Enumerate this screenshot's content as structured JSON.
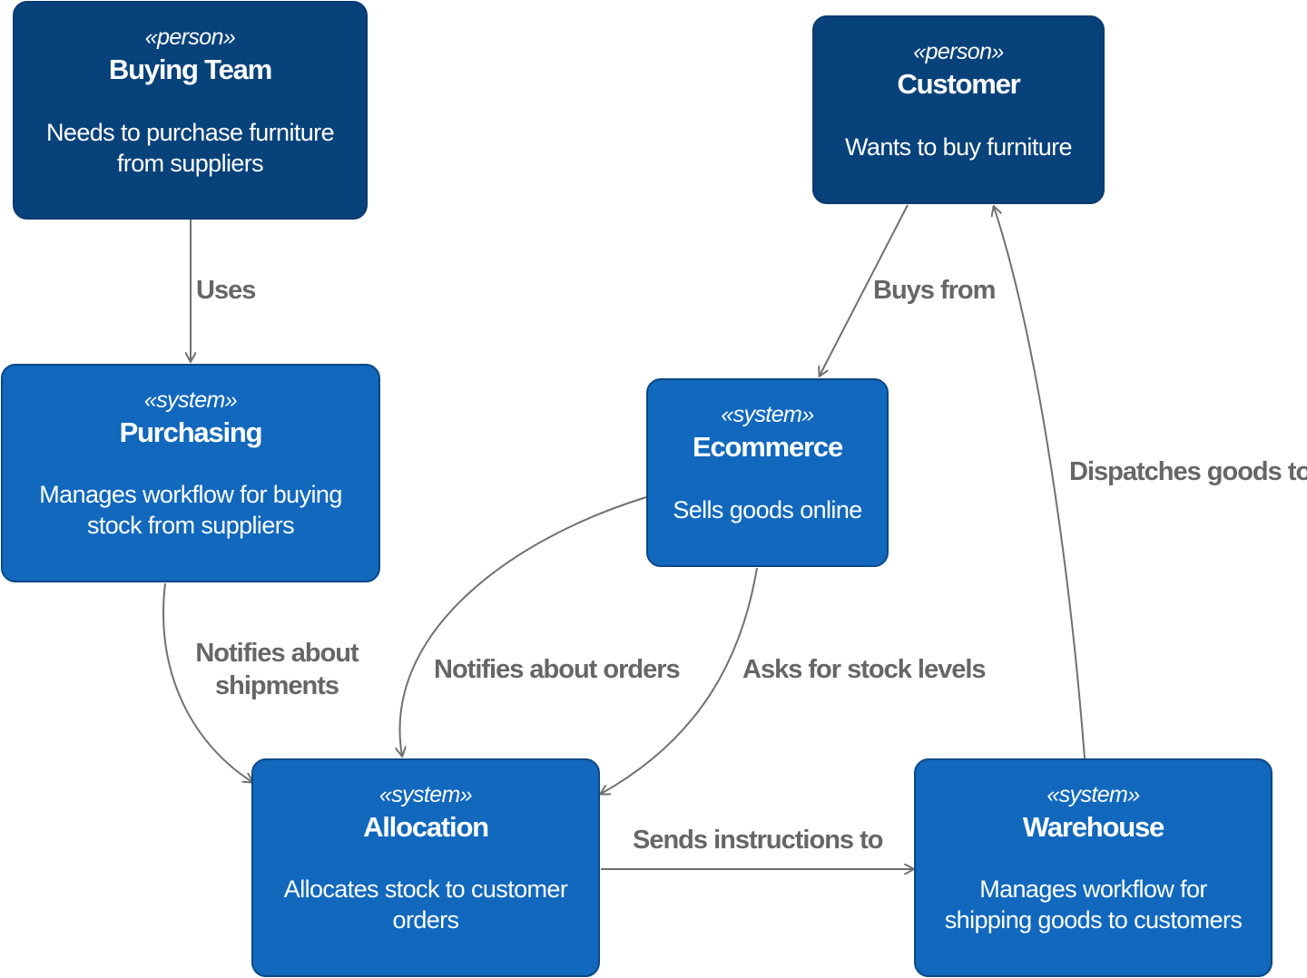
{
  "colors": {
    "person_fill": "#08427b",
    "system_fill": "#1168bd",
    "text": "#ffffff",
    "edge": "#707070",
    "edge_label": "#666666"
  },
  "nodes": {
    "buying_team": {
      "stereotype": "«person»",
      "name": "Buying Team",
      "description": "Needs to purchase furniture from suppliers"
    },
    "customer": {
      "stereotype": "«person»",
      "name": "Customer",
      "description": "Wants to buy furniture"
    },
    "purchasing": {
      "stereotype": "«system»",
      "name": "Purchasing",
      "description": "Manages workflow for buying stock from suppliers"
    },
    "ecommerce": {
      "stereotype": "«system»",
      "name": "Ecommerce",
      "description": "Sells goods online"
    },
    "allocation": {
      "stereotype": "«system»",
      "name": "Allocation",
      "description": "Allocates stock to customer orders"
    },
    "warehouse": {
      "stereotype": "«system»",
      "name": "Warehouse",
      "description": "Manages workflow for shipping goods to customers"
    }
  },
  "edges": {
    "uses": "Uses",
    "buys_from": "Buys from",
    "dispatches": "Dispatches goods to",
    "notifies_shipments": "Notifies about shipments",
    "notifies_orders": "Notifies about orders",
    "asks_stock": "Asks for stock levels",
    "sends_instructions": "Sends instructions to"
  }
}
